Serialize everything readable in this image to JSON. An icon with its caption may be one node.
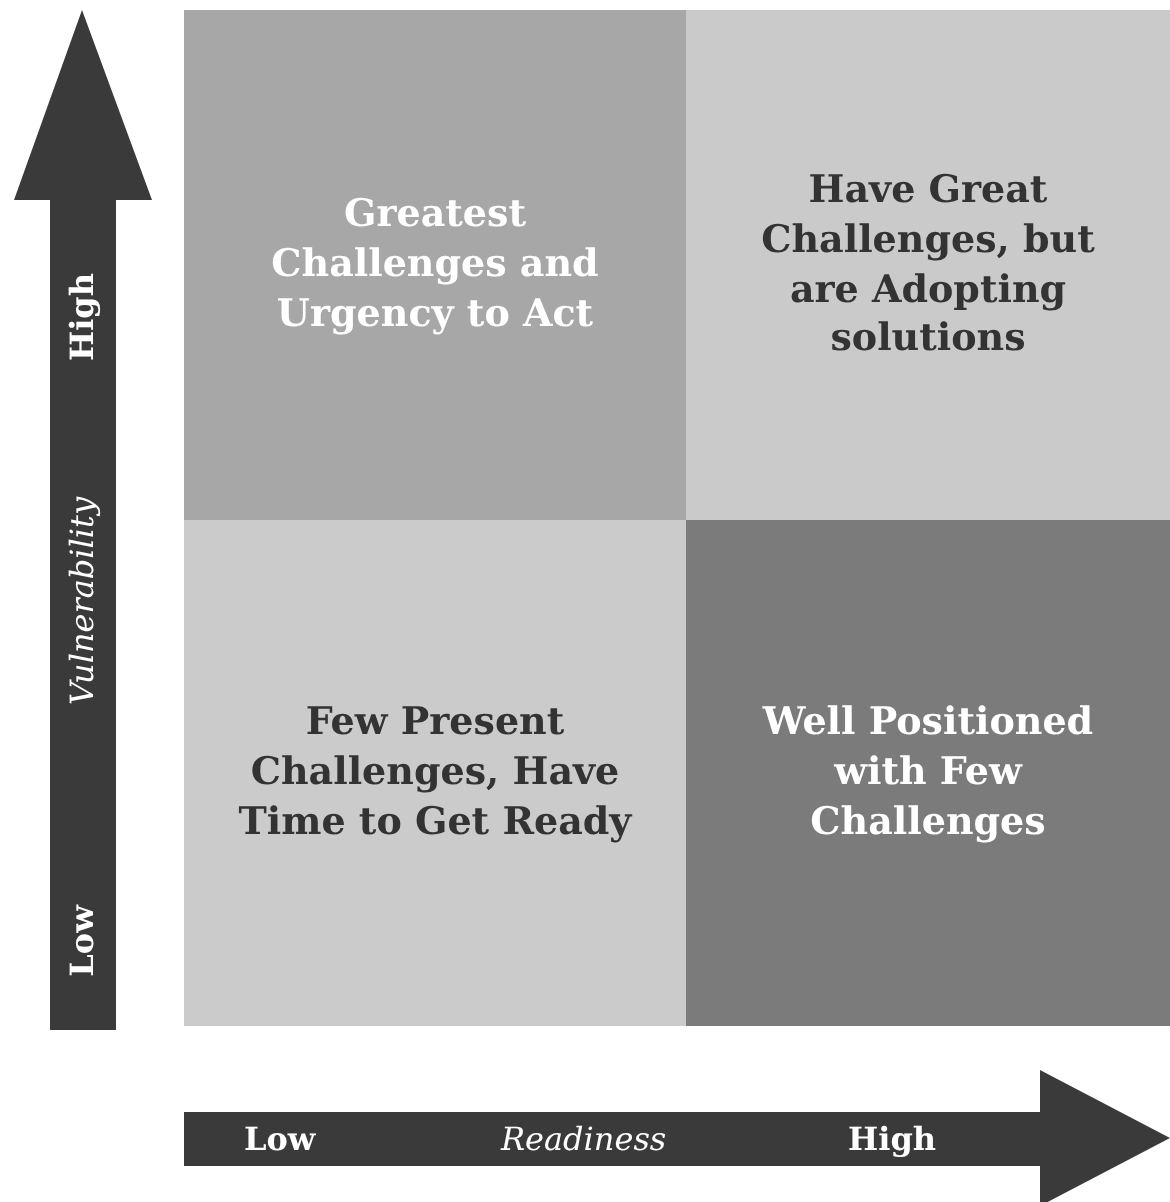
{
  "diagram": {
    "nodes": [
      {
        "text": [
          "Greatest Challenges and Urgency to Act"
        ]
      },
      {
        "text": [
          "Have Great Challenges, but are Adopting solutions"
        ]
      },
      {
        "text": [
          "Few Present Challenges, Have Time to Get Ready"
        ]
      },
      {
        "text": [
          "Well Positioned with Few Challenges"
        ]
      }
    ],
    "edges": [],
    "labels": [
      "High",
      "Vulnerability",
      "Low",
      "Low",
      "Readiness",
      "High"
    ]
  }
}
